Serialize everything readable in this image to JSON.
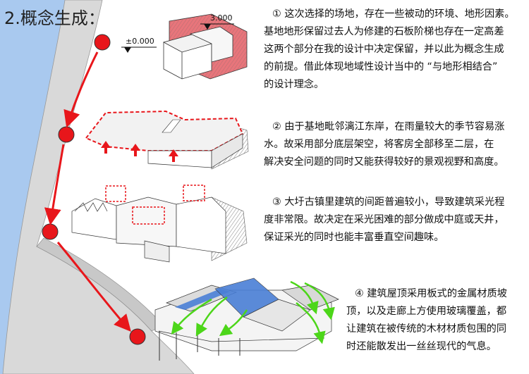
{
  "title": "2.概念生成：",
  "levels": {
    "ground": "±0.000",
    "upper": "3.000"
  },
  "colors": {
    "river": "#a9c9ef",
    "marker": "#e8161b",
    "terrain": "#e8757b",
    "glass": "#4a7fd6",
    "green_arrow": "#4cd619"
  },
  "paragraphs": [
    {
      "lines": [
        "① 这次选择的场地，存在一些被动的环境、地形因素。",
        "基地地形保留过去人为修建的石板阶梯也存在一定高差",
        "这两个部分在我的设计中决定保留，并以此为概念生成",
        "的前提。借此体现地域性设计当中的 “与地形相结合”",
        "的设计理念。"
      ]
    },
    {
      "lines": [
        "② 由于基地毗邻漓江东岸，在雨量较大的季节容易涨",
        "水。故采用部分底层架空，将客房全部移至二层，在",
        "解决安全问题的同时又能获得较好的景观视野和高度。"
      ]
    },
    {
      "lines": [
        "③ 大圩古镇里建筑的间距普遍较小，导致建筑采光程",
        "度非常限。故决定在采光困难的部分做成中庭或天井，",
        "保证采光的同时也能丰富垂直空间趣味。"
      ]
    },
    {
      "lines": [
        "④ 建筑屋顶采用板式的金属材质坡",
        "顶，以及走廊上方使用玻璃覆盖，都",
        "让建筑在被传统的木材材质包围的同",
        "时还能散发出一丝丝现代的气息。"
      ]
    }
  ]
}
